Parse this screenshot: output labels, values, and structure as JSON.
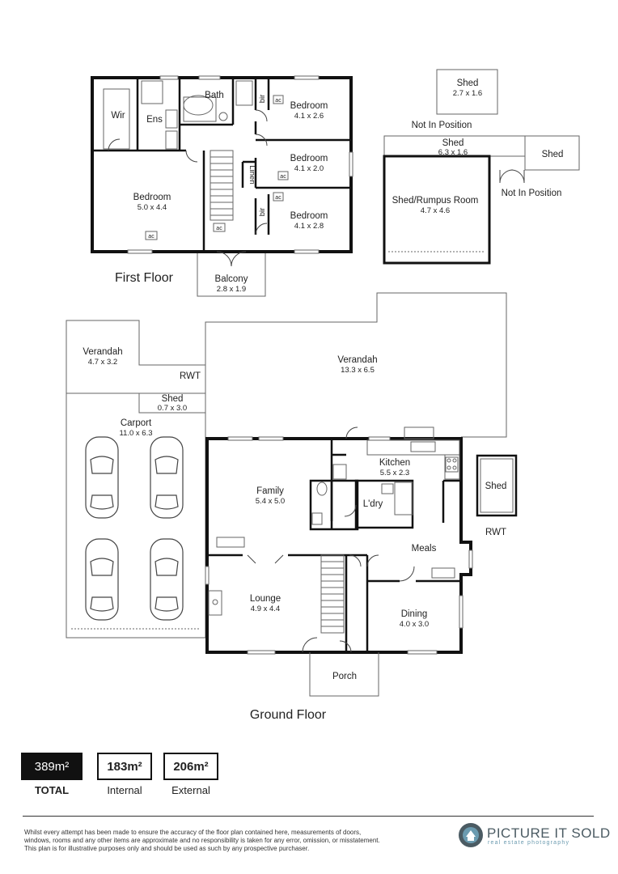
{
  "floors": {
    "first": "First Floor",
    "ground": "Ground Floor"
  },
  "rooms": {
    "wir": "Wir",
    "ens": "Ens",
    "bath": "Bath",
    "bir1": "bir",
    "bir2": "bir",
    "linen": "Linen",
    "ac": "ac",
    "bedroom1": {
      "name": "Bedroom",
      "size": "4.1 x 2.6"
    },
    "bedroom2": {
      "name": "Bedroom",
      "size": "4.1 x 2.0"
    },
    "bedroom3": {
      "name": "Bedroom",
      "size": "4.1 x 2.8"
    },
    "bedroom_main": {
      "name": "Bedroom",
      "size": "5.0 x 4.4"
    },
    "balcony": {
      "name": "Balcony",
      "size": "2.8 x 1.9"
    },
    "shed_top": {
      "name": "Shed",
      "size": "2.7 x 1.6"
    },
    "not_in_position_1": "Not In Position",
    "shed_long": {
      "name": "Shed",
      "size": "6.3 x 1.6"
    },
    "shed_small": "Shed",
    "not_in_position_2": "Not In Position",
    "shed_rumpus": {
      "name": "Shed/Rumpus Room",
      "size": "4.7 x 4.6"
    },
    "verandah_small": {
      "name": "Verandah",
      "size": "4.7 x 3.2"
    },
    "rwt1": "RWT",
    "verandah_large": {
      "name": "Verandah",
      "size": "13.3 x 6.5"
    },
    "shed_carport": {
      "name": "Shed",
      "size": "0.7 x 3.0"
    },
    "carport": {
      "name": "Carport",
      "size": "11.0 x 6.3"
    },
    "kitchen": {
      "name": "Kitchen",
      "size": "5.5 x 2.3"
    },
    "family": {
      "name": "Family",
      "size": "5.4 x 5.0"
    },
    "laundry": "L'dry",
    "shed_right": "Shed",
    "rwt2": "RWT",
    "meals": "Meals",
    "lounge": {
      "name": "Lounge",
      "size": "4.9 x 4.4"
    },
    "dining": {
      "name": "Dining",
      "size": "4.0 x 3.0"
    },
    "porch": "Porch"
  },
  "summary": {
    "total_value": "389m²",
    "total_label": "TOTAL",
    "internal_value": "183m²",
    "internal_label": "Internal",
    "external_value": "206m²",
    "external_label": "External"
  },
  "disclaimer": [
    "Whilst every attempt has been made to ensure the accuracy of the floor plan contained here, measurements of doors,",
    "windows, rooms and any other items are approximate and no responsibility is taken for any error, omission, or misstatement.",
    "This plan is for illustrative purposes only and should be used as such by any prospective purchaser."
  ],
  "brand": {
    "name": "PICTURE IT SOLD",
    "tagline": "real estate photography",
    "colors": {
      "primary": "#4b5b63",
      "accent": "#6b9bb0"
    }
  },
  "icons": [
    "car-icon",
    "air-conditioner-icon",
    "stove-icon",
    "sink-icon",
    "toilet-icon",
    "bathtub-icon",
    "fireplace-icon",
    "logo-mark-icon"
  ]
}
